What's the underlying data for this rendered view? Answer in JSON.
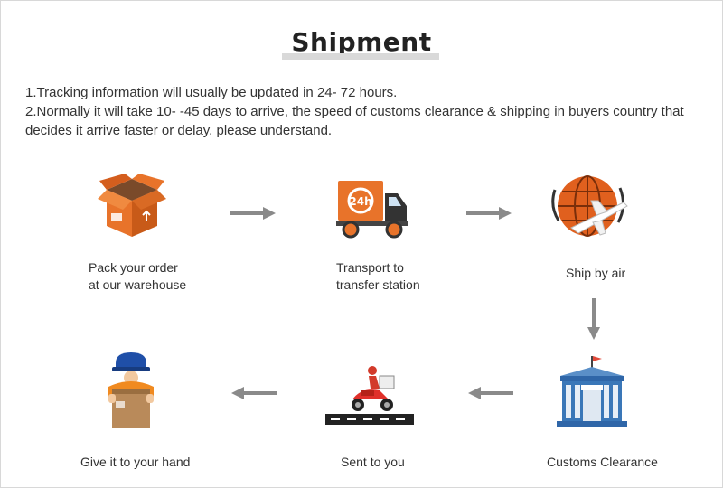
{
  "title": "Shipment",
  "notes": [
    "1.Tracking information will usually be updated in 24- 72 hours.",
    "2.Normally it will take 10- -45 days to arrive, the speed of customs clearance & shipping in buyers country that decides it arrive faster or delay, please understand."
  ],
  "steps": [
    {
      "line1": "Pack your order",
      "line2": "at our warehouse",
      "icon": "package-box-icon"
    },
    {
      "line1": "Transport to",
      "line2": "transfer station",
      "icon": "delivery-truck-icon",
      "badge": "24h"
    },
    {
      "line1": "Ship by air",
      "line2": "",
      "icon": "globe-airplane-icon"
    },
    {
      "line1": "Customs Clearance",
      "line2": "",
      "icon": "customs-building-icon"
    },
    {
      "line1": "Sent to you",
      "line2": "",
      "icon": "courier-scooter-icon"
    },
    {
      "line1": "Give it to your hand",
      "line2": "",
      "icon": "courier-holding-box-icon"
    }
  ],
  "colors": {
    "accent": "#e8732a",
    "arrow": "#8a8a8a",
    "building": "#3a77b8"
  }
}
